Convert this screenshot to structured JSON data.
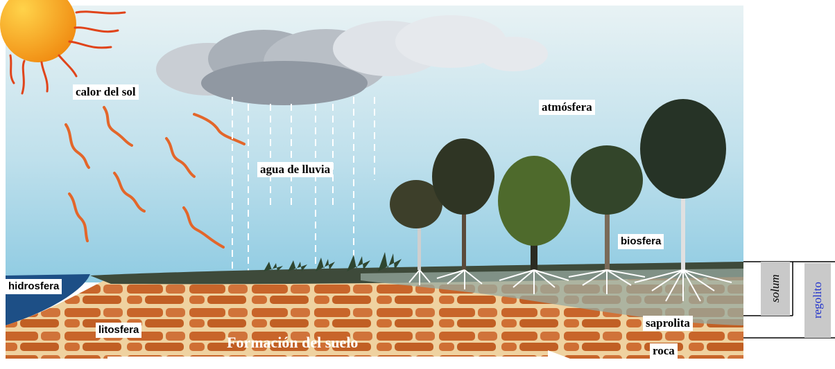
{
  "labels": {
    "sun_heat": "calor del sol",
    "atmosphere": "atmósfera",
    "rain": "agua de lluvia",
    "biosphere": "biosfera",
    "hydrosphere": "hidrosfera",
    "lithosphere": "litosfera",
    "saprolite": "saprolita",
    "rock": "roca",
    "soil_formation": "Formación del suelo",
    "solum": "solum",
    "regolith": "regolito"
  },
  "colors": {
    "sky": "#cfe6ee",
    "sun": "#f6a21c",
    "rock": "#c9692c",
    "water": "#1d4f86",
    "regolith_text": "#2233cc"
  }
}
